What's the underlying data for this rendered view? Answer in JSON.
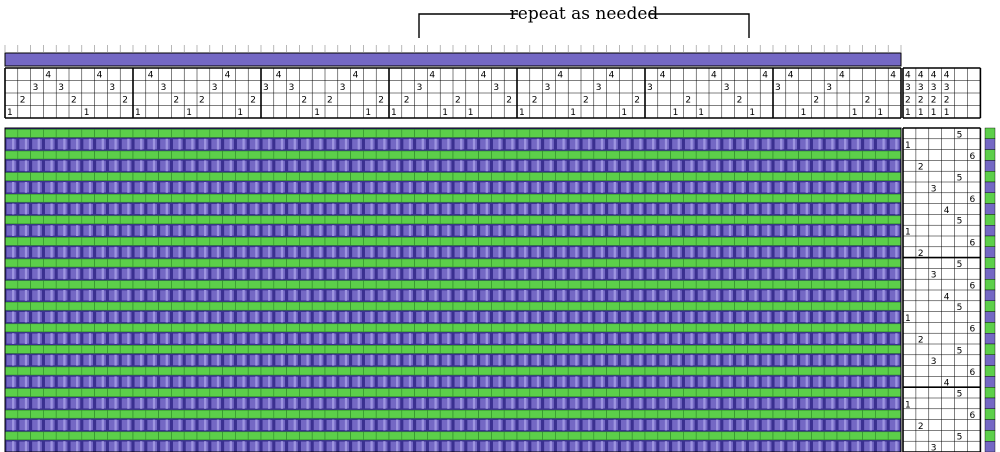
{
  "annotation": {
    "label": "repeat as needed"
  },
  "colors": {
    "warp": "#7468c4",
    "warp_dark": "#3b3090",
    "weft": "#5ccf4a",
    "weft_dark": "#2f8a2a",
    "grid": "#000000",
    "background": "#ffffff"
  },
  "threading": {
    "shafts": 4,
    "ends_per_group": 10,
    "groups": 7,
    "sequence": [
      1,
      2,
      3,
      4,
      3,
      2,
      1,
      4,
      3,
      2,
      1,
      4,
      3,
      2,
      1,
      2,
      3,
      4,
      1,
      2,
      3,
      4,
      3,
      2,
      1,
      2,
      3,
      4,
      1,
      2,
      1,
      2,
      3,
      4,
      1,
      2,
      1,
      4,
      3,
      2,
      1,
      2,
      3,
      4,
      1,
      2,
      3,
      4,
      1,
      2,
      3,
      4,
      1,
      2,
      1,
      4,
      3,
      2,
      1,
      4,
      3,
      4,
      1,
      2,
      3,
      4,
      1,
      2,
      1,
      4
    ]
  },
  "tieup": {
    "columns": [
      "1",
      "2",
      "3",
      "4",
      "5",
      "6"
    ],
    "cells": [
      [
        4,
        0
      ],
      [
        4,
        1
      ],
      [
        4,
        2
      ],
      [
        4,
        3
      ],
      [
        3,
        0
      ],
      [
        3,
        1
      ],
      [
        3,
        2
      ],
      [
        3,
        3
      ],
      [
        2,
        0
      ],
      [
        2,
        1
      ],
      [
        2,
        2
      ],
      [
        2,
        3
      ],
      [
        1,
        0
      ],
      [
        1,
        1
      ],
      [
        1,
        2
      ],
      [
        1,
        3
      ]
    ]
  },
  "treadling": {
    "picks": 30,
    "sequence": [
      5,
      1,
      6,
      2,
      5,
      3,
      6,
      4,
      5,
      1,
      6,
      2,
      5,
      3,
      6,
      4,
      5,
      1,
      6,
      2,
      5,
      3,
      6,
      4,
      5,
      1,
      6,
      2,
      5,
      3
    ]
  },
  "weft_colors": [
    "weft",
    "warp",
    "weft",
    "warp",
    "weft",
    "warp",
    "weft",
    "warp",
    "weft",
    "warp",
    "weft",
    "warp",
    "weft",
    "warp",
    "weft",
    "warp",
    "weft",
    "warp",
    "weft",
    "warp",
    "weft",
    "warp",
    "weft",
    "warp",
    "weft",
    "warp",
    "weft",
    "warp",
    "weft",
    "warp"
  ]
}
